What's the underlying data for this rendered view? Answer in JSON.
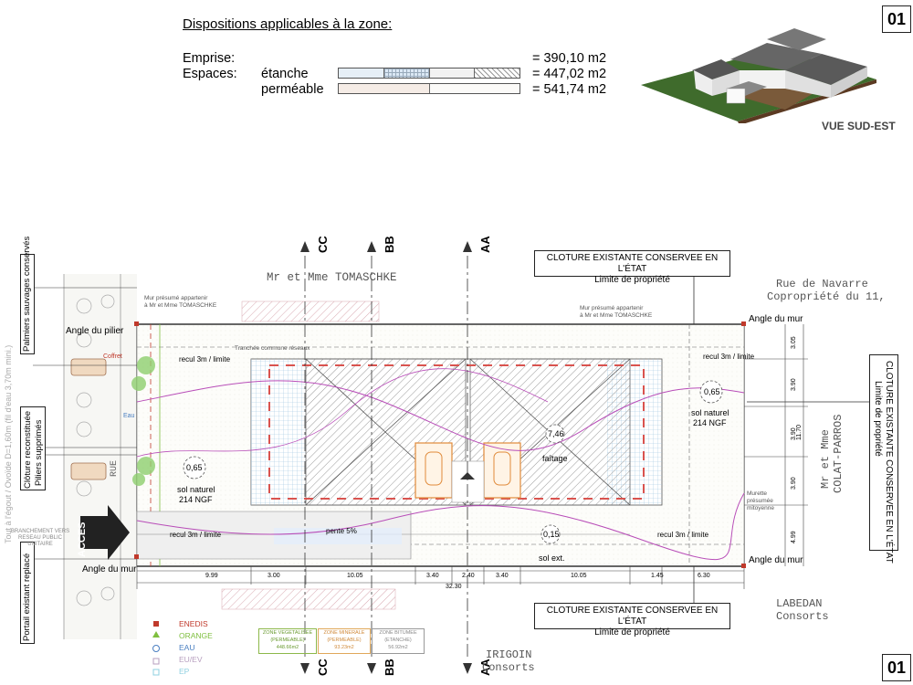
{
  "header": {
    "title": "Dispositions applicables à la zone:",
    "emprise_label": "Emprise:",
    "emprise_value": "= 390,10 m2",
    "espaces_label": "Espaces:",
    "etanche_label": "étanche",
    "etanche_value": "= 447,02 m2",
    "permeable_label": "perméable",
    "permeable_value": "= 541,74 m2"
  },
  "page_number": "01",
  "view_label": "VUE SUD-EST",
  "sections": {
    "cc": "CC",
    "bb": "BB",
    "aa": "AA"
  },
  "neighbors": {
    "north": "Mr et Mme TOMASCHKE",
    "northeast_1": "Rue de Navarre",
    "northeast_2": "Copropriété du 11,",
    "east_1": "Mr et Mme",
    "east_2": "COLAT-PARROS",
    "southeast_1": "LABEDAN",
    "southeast_2": "Consorts",
    "south_1": "IRIGOIN",
    "south_2": "Consorts"
  },
  "fence_boxes": {
    "top_line1": "CLOTURE EXISTANTE CONSERVEE EN L'ÉTAT",
    "top_line2": "Limite de propriété",
    "bottom_line1": "CLOTURE EXISTANTE CONSERVEE EN L'ÉTAT",
    "bottom_line2": "Limite de propriété",
    "right_line1": "CLOTURE EXISTANTE CONSERVEE EN L'ÉTAT",
    "right_line2": "Limite de propriété"
  },
  "left_labels": {
    "palmiers": "Palmiers sauvages conservés",
    "cloture_1": "Clôture reconstituée",
    "cloture_2": "Piliers supprimés",
    "portail": "Portail existant replacé",
    "egout": "Tout à l'égout / Ovoïde D=1,60m (fil d'eau 3,70m mini.)",
    "acces": "ACCES",
    "branchement": "BRANCHEMENT VERS RESEAU PUBLIC UNITAIRE",
    "rue": "RUE"
  },
  "plan_labels": {
    "angle_pilier": "Angle du pilier",
    "angle_mur_left": "Angle du mur",
    "angle_mur_top": "Angle du mur",
    "angle_mur_bottom": "Angle du mur",
    "mur_presume_1": "Mur présumé appartenir",
    "mur_presume_2": "à Mr et Mme TOMASCHKE",
    "mur_presume_3": "Mur présumé appartenir",
    "mur_presume_4": "à Mr et Mme TOMASCHKE",
    "tranchee": "Tranchée commune réseaux",
    "recul_top": "recul 3m / limite",
    "recul_bottom_left": "recul 3m / limite",
    "recul_bottom_right": "recul 3m / limite",
    "recul_right": "recul 3m / limite",
    "sol_left_value": "0,65",
    "sol_left_1": "sol naturel",
    "sol_left_2": "214 NGF",
    "sol_right_value": "0,65",
    "sol_right_1": "sol naturel",
    "sol_right_2": "214 NGF",
    "faitage_value": "7,46",
    "faitage": "faîtage",
    "solext_value": "0,15",
    "solext": "sol ext.",
    "pente": "pente 5%",
    "murette": "Murette présumée mitoyenne",
    "coffret": "Coffret",
    "eau": "Eau"
  },
  "dimensions_bottom": [
    "9.99",
    "3.00",
    "10.05",
    "3.40",
    "2.40",
    "3.40",
    "10.05",
    "1.45",
    "6.30"
  ],
  "dimension_total": "32.30",
  "dimensions_right": [
    "3.05",
    "3.90",
    "3.90",
    "3.90",
    "4.99"
  ],
  "dimension_right_total": "11.70",
  "legend": [
    {
      "label": "ENEDIS",
      "color": "#c0392b"
    },
    {
      "label": "ORANGE",
      "color": "#7fbf3f"
    },
    {
      "label": "EAU",
      "color": "#4a7fc1"
    },
    {
      "label": "EU/EV",
      "color": "#b79fbf"
    },
    {
      "label": "EP",
      "color": "#8fd0e0"
    }
  ],
  "zones": [
    {
      "title": "ZONE VEGETALISEE",
      "sub": "(PERMEABLE)",
      "value": "448.66m2",
      "color": "#8db84a"
    },
    {
      "title": "ZONE MINERALE",
      "sub": "(PERMEABLE)",
      "value": "93.23m2",
      "color": "#e0a85a"
    },
    {
      "title": "ZONE BITUMEE",
      "sub": "(ETANCHE)",
      "value": "56.92m2",
      "color": "#999999"
    }
  ]
}
